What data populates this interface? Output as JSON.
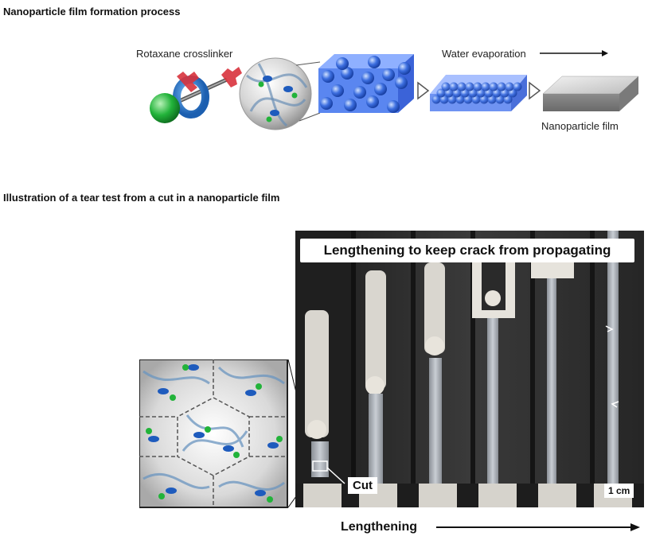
{
  "section1": {
    "heading": "Nanoparticle film formation process",
    "crosslinker_label": "Rotaxane crosslinker",
    "evaporation_label": "Water evaporation",
    "film_label": "Nanoparticle film"
  },
  "section2": {
    "heading": "Illustration of a tear test from a cut in a nanoparticle film",
    "photo_title": "Lengthening to keep crack from propagating",
    "cut_label": "Cut",
    "scale_label": "1 cm",
    "bottom_label": "Lengthening"
  },
  "colors": {
    "particle_blue": "#3d6fe0",
    "block_blue": "#5a86f0",
    "ring_blue": "#2d7fd6",
    "stopper_red": "#d8323c",
    "sphere_green": "#22b33a",
    "film_gray": "#9a9a9a"
  }
}
